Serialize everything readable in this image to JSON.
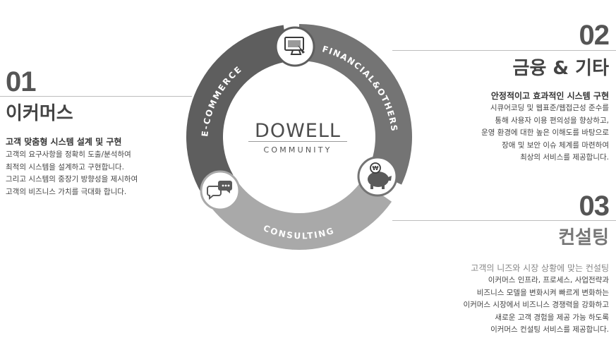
{
  "sections": [
    {
      "number": "01",
      "title": "이커머스",
      "subtitle": "고객 맞춤형 시스템 설계 및 구현",
      "lines": [
        "고객의 요구사항을 정확히 도출/분석하여",
        "최적의 시스템을 설계하고 구현합니다.",
        "그리고 시스템의 중장기 방향성을 제시하여",
        "고객의 비즈니스 가치를 극대화 합니다."
      ]
    },
    {
      "number": "02",
      "title": "금융 & 기타",
      "subtitle": "안정적이고 효과적인 시스템 구현",
      "lines": [
        "시큐어코딩 및 웹표준/웹접근성 준수를",
        "통해 사용자 이용 편의성을 향상하고,",
        "운영 환경에 대한 높은 이해도를 바탕으로",
        "장애 및 보안 이슈 체계를 마련하여",
        "최상의 서비스를 제공합니다."
      ]
    },
    {
      "number": "03",
      "title": "컨설팅",
      "subtitle": "고객의 니즈와 시장 상황에 맞는 컨설팅",
      "lines": [
        "이커머스 인프라, 프로세스, 사업전략과",
        "비즈니스 모델을 변화시켜 빠르게 변화하는",
        "이커머스 시장에서 비즈니스 경쟁력을 강화하고",
        "새로운 고객 경험을 제공 가능 하도록",
        "이커머스 컨설팅 서비스를 제공합니다."
      ]
    }
  ],
  "cycle": {
    "arcs": [
      {
        "label": "E-COMMERCE",
        "color": "#5e5e5e"
      },
      {
        "label": "FINANCIAL&OTHERS",
        "color": "#747474"
      },
      {
        "label": "CONSULTING",
        "color": "#a9a9a9"
      }
    ],
    "logo": {
      "main": "DOWELL",
      "sub": "COMMUNITY"
    },
    "icons": [
      "computer-icon",
      "piggy-bank-icon",
      "speech-bubbles-icon"
    ]
  }
}
